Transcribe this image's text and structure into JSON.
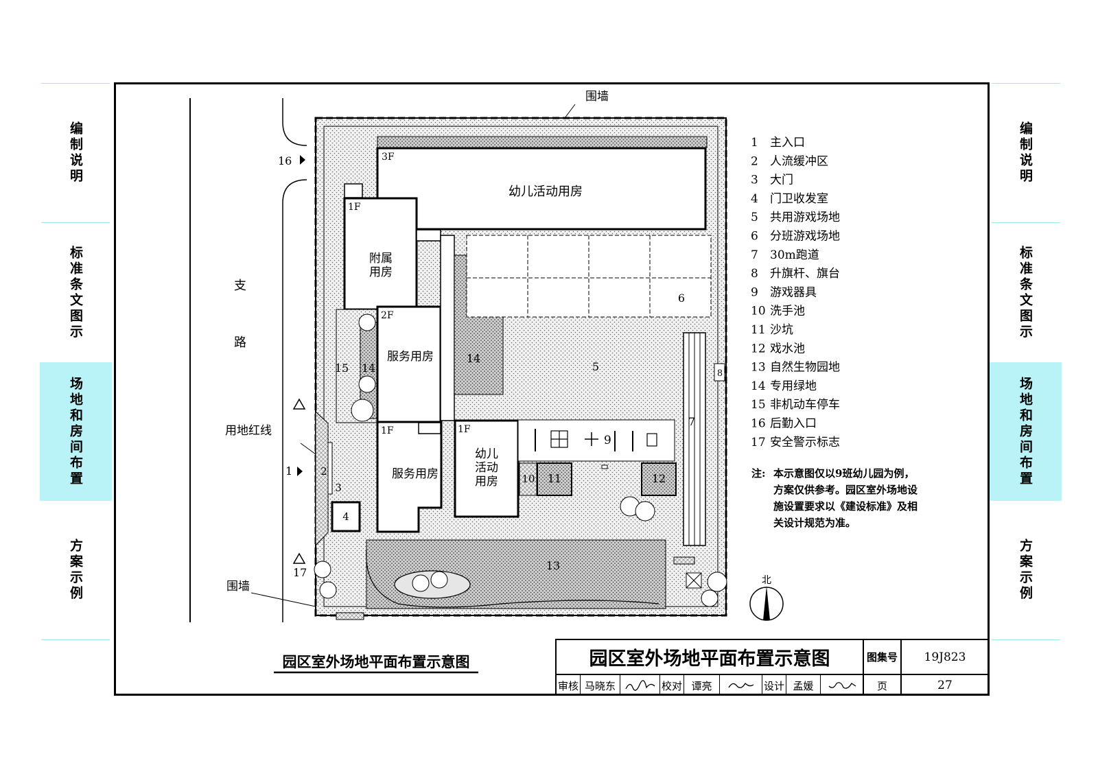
{
  "side_tabs": {
    "t1": "编制说明",
    "t2": "标准条文图示",
    "t3": "场地和房间布置",
    "t4": "方案示例"
  },
  "plan": {
    "wall_top": "围墙",
    "wall_left": "围墙",
    "road": [
      "支",
      "路"
    ],
    "redline": "用地红线",
    "m16": "16",
    "m1": "1",
    "m17": "17",
    "north": "北",
    "b_activity": "幼儿活动用房",
    "b_annex_1": "附属",
    "b_annex_2": "用房",
    "b_service_top": "服务用房",
    "b_service_bottom": "服务用房",
    "b_kid_1": "幼儿",
    "b_kid_2": "活动",
    "b_kid_3": "用房",
    "floor_3f": "3F",
    "floor_1f_a": "1F",
    "floor_2f": "2F",
    "floor_1f_b": "1F",
    "floor_1f_c": "1F",
    "n2": "2",
    "n3": "3",
    "n4": "4",
    "n5": "5",
    "n6": "6",
    "n7": "7",
    "n8": "8",
    "n9": "9",
    "n10": "10",
    "n11": "11",
    "n12": "12",
    "n13": "13",
    "n14a": "14",
    "n14b": "14",
    "n15": "15"
  },
  "legend": [
    {
      "num": "1",
      "text": "主入口"
    },
    {
      "num": "2",
      "text": "人流缓冲区"
    },
    {
      "num": "3",
      "text": "大门"
    },
    {
      "num": "4",
      "text": "门卫收发室"
    },
    {
      "num": "5",
      "text": "共用游戏场地"
    },
    {
      "num": "6",
      "text": "分班游戏场地"
    },
    {
      "num": "7",
      "text": "30m跑道"
    },
    {
      "num": "8",
      "text": "升旗杆、旗台"
    },
    {
      "num": "9",
      "text": "游戏器具"
    },
    {
      "num": "10",
      "text": "洗手池"
    },
    {
      "num": "11",
      "text": "沙坑"
    },
    {
      "num": "12",
      "text": "戏水池"
    },
    {
      "num": "13",
      "text": "自然生物园地"
    },
    {
      "num": "14",
      "text": "专用绿地"
    },
    {
      "num": "15",
      "text": "非机动车停车"
    },
    {
      "num": "16",
      "text": "后勤入口"
    },
    {
      "num": "17",
      "text": "安全警示标志"
    }
  ],
  "note": {
    "prefix": "注:",
    "lines": [
      "本示意图仅以9班幼儿园为例，",
      "方案仅供参考。园区室外场地设",
      "施设置要求以《建设标准》及相",
      "关设计规范为准。"
    ]
  },
  "drawing_caption": "园区室外场地平面布置示意图",
  "title_block": {
    "title": "园区室外场地平面布置示意图",
    "atlas_label": "图集号",
    "atlas_no": "19J823",
    "review_label": "审核",
    "review_name": "马晓东",
    "check_label": "校对",
    "check_name": "谭亮",
    "design_label": "设计",
    "design_name": "孟媛",
    "page_label": "页",
    "page_no": "27"
  }
}
